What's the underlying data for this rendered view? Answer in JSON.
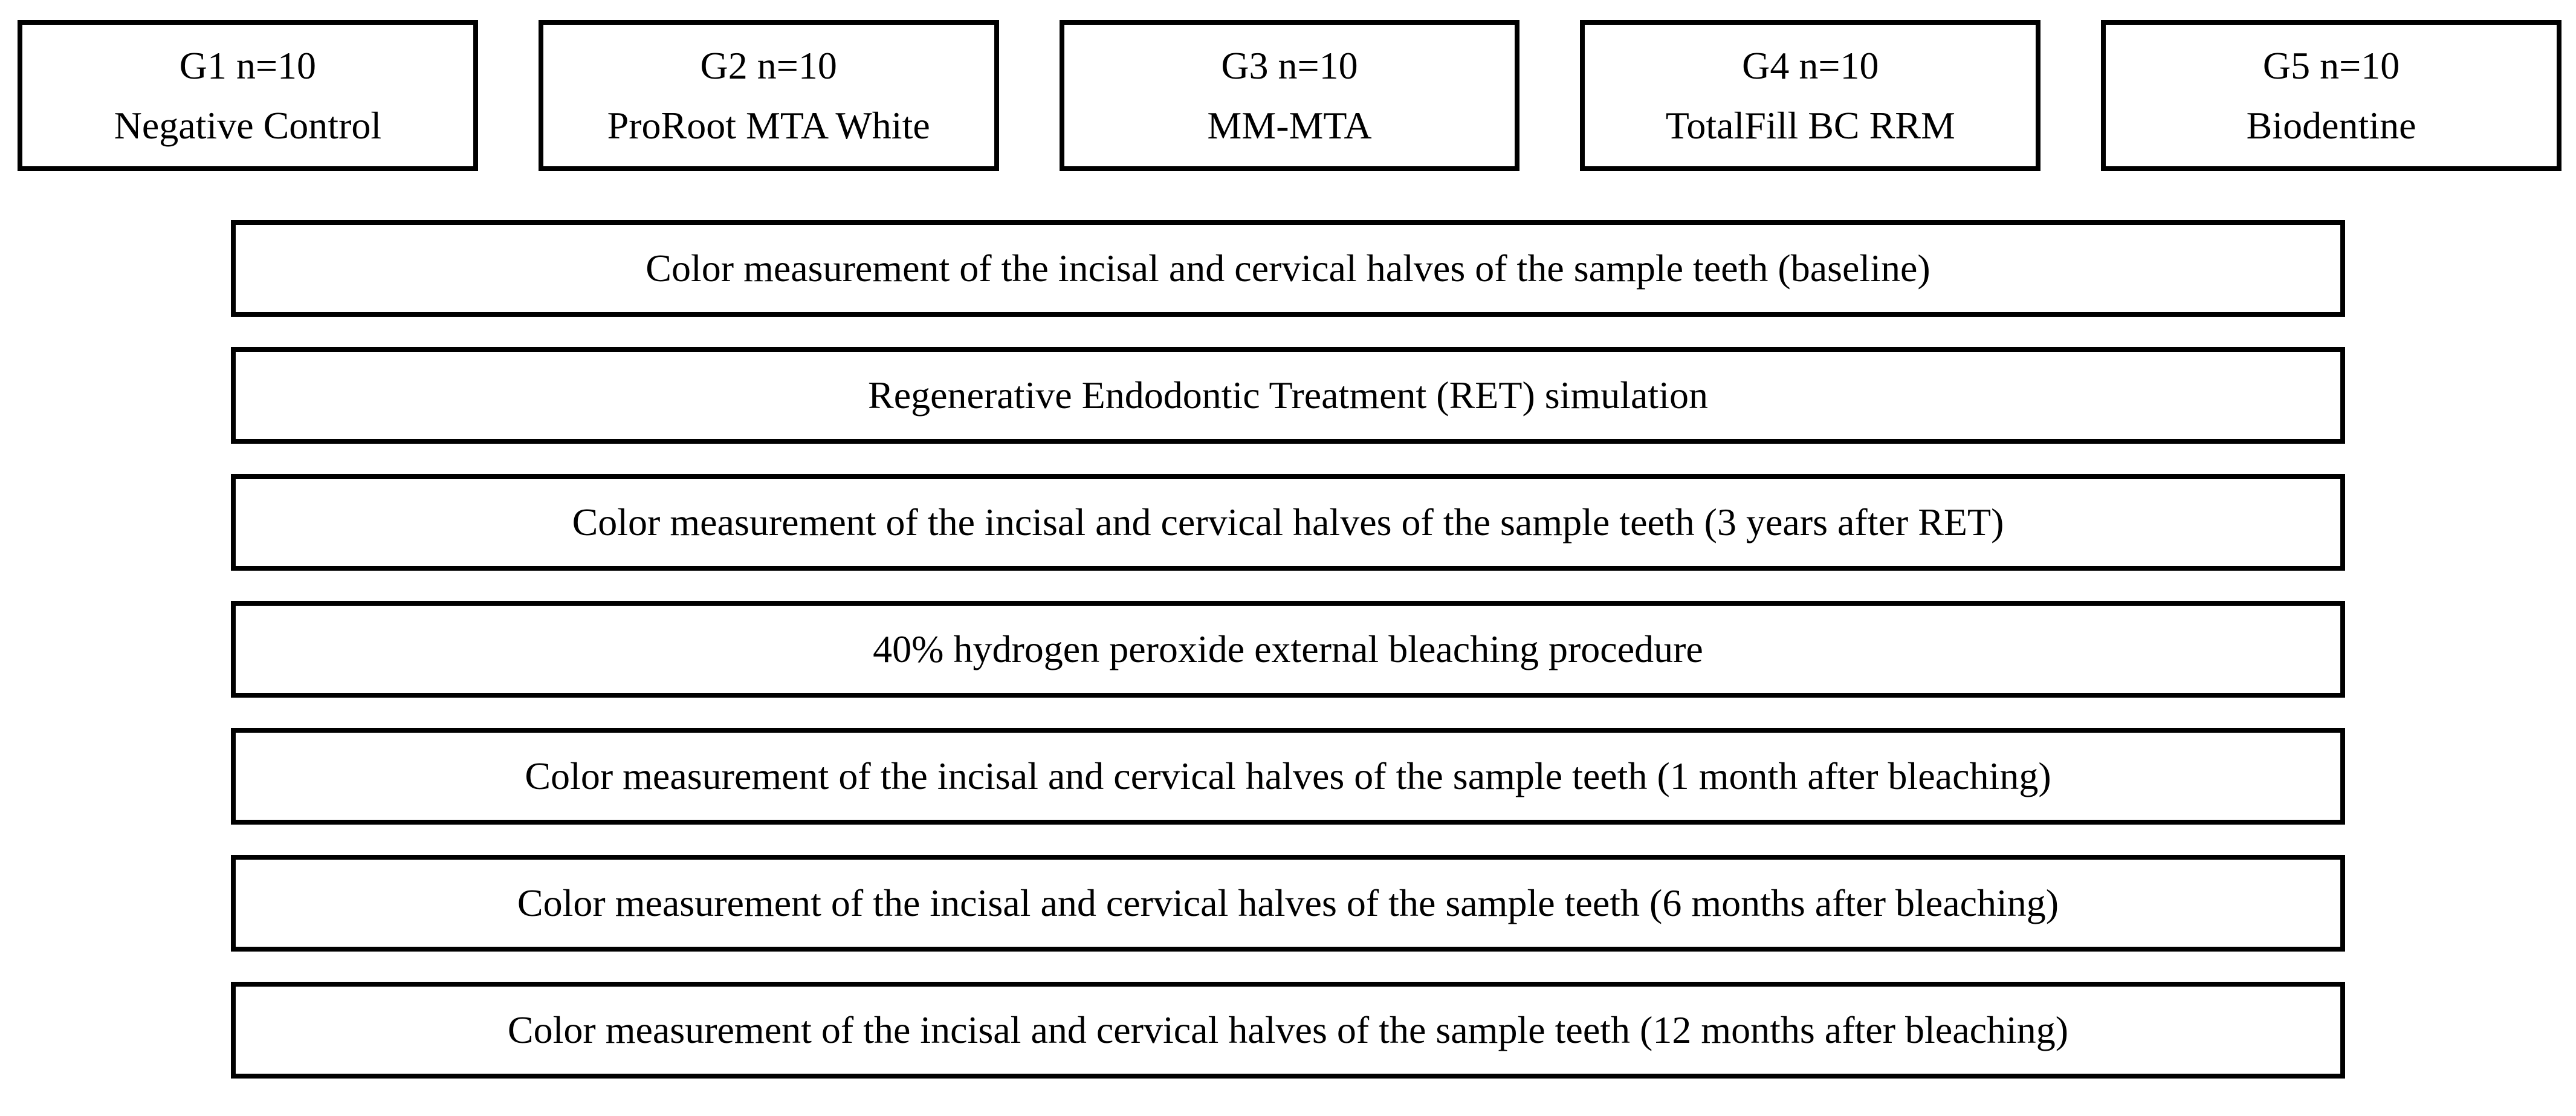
{
  "figure": {
    "colors": {
      "border": "#000000",
      "background": "#ffffff",
      "text": "#000000"
    },
    "groups": [
      {
        "id": "G1 n=10",
        "name": "Negative Control"
      },
      {
        "id": "G2 n=10",
        "name": "ProRoot MTA White"
      },
      {
        "id": "G3 n=10",
        "name": "MM-MTA"
      },
      {
        "id": "G4 n=10",
        "name": "TotalFill BC RRM"
      },
      {
        "id": "G5 n=10",
        "name": "Biodentine"
      }
    ],
    "steps": [
      "Color measurement of the incisal and cervical halves of the sample teeth (baseline)",
      "Regenerative Endodontic Treatment (RET) simulation",
      "Color measurement of the incisal and cervical halves of the sample teeth (3 years after RET)",
      "40% hydrogen peroxide external bleaching procedure",
      "Color measurement of the incisal and cervical halves of the sample teeth (1 month after bleaching)",
      "Color measurement of the incisal and cervical halves of the sample teeth (6 months after bleaching)",
      "Color measurement of the incisal and cervical halves of the sample teeth (12 months after bleaching)"
    ]
  }
}
